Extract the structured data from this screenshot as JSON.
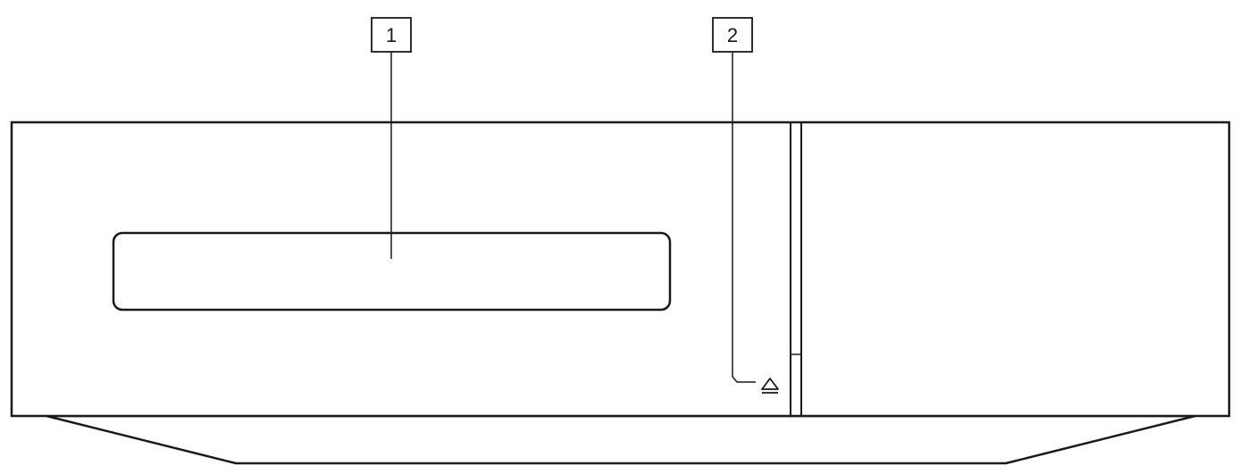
{
  "callouts": [
    {
      "label": "1",
      "target": "disc-tray"
    },
    {
      "label": "2",
      "target": "eject-button"
    }
  ],
  "icons": {
    "eject": "eject-icon"
  },
  "colors": {
    "stroke": "#1a1a1a",
    "background": "#ffffff"
  }
}
